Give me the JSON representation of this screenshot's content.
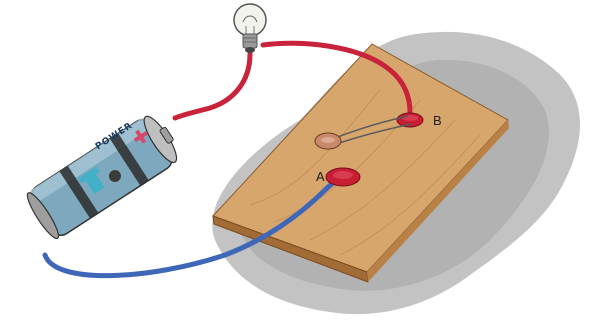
{
  "labels": {
    "terminal_a": "A",
    "terminal_b": "B"
  },
  "battery": {
    "brand": "POWER",
    "plus_sign": "+"
  },
  "colors": {
    "red_wire": "#c8233a",
    "blue_wire": "#3e67b8",
    "board": "#d2a26b",
    "shadow": "#b3b3b3",
    "battery_body": "#6b9bb3",
    "bulb_glass": "#f3f3ee"
  }
}
